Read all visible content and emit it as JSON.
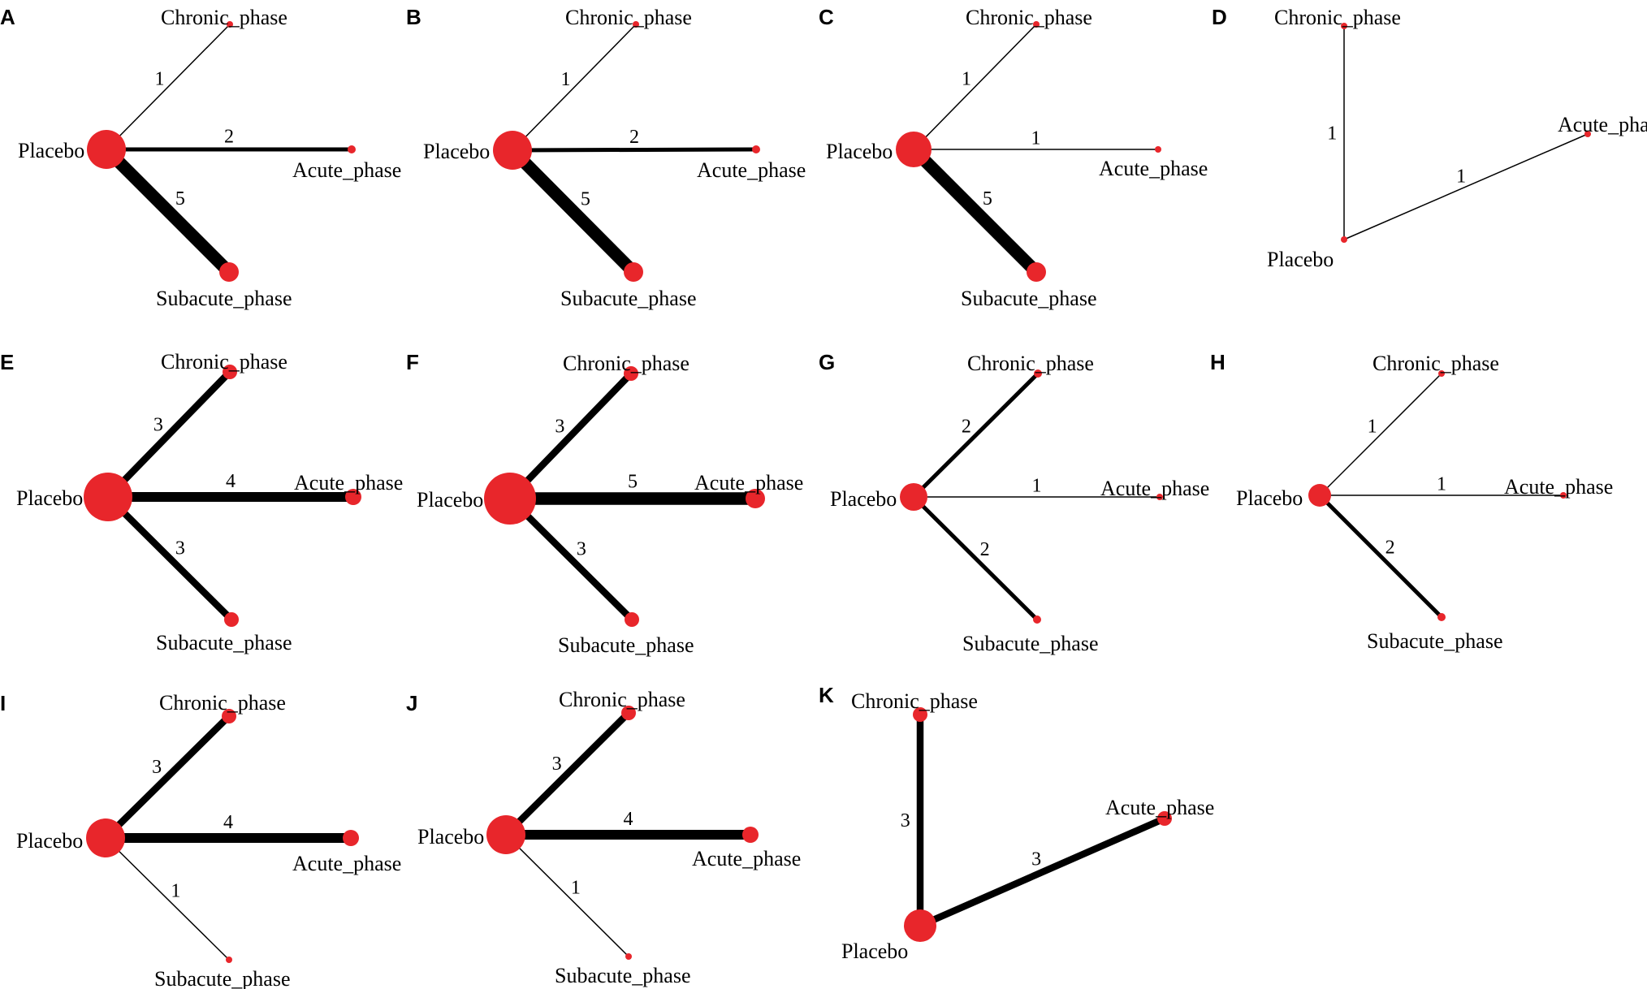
{
  "colors": {
    "node": "#e8262b",
    "edge": "#000000",
    "background": "#ffffff"
  },
  "panels": [
    {
      "letter": "A",
      "nodes": {
        "placebo": "Placebo",
        "chronic": "Chronic_phase",
        "acute": "Acute_phase",
        "subacute": "Subacute_phase"
      },
      "edges": {
        "chronic": 1,
        "acute": 2,
        "subacute": 5
      }
    },
    {
      "letter": "B",
      "nodes": {
        "placebo": "Placebo",
        "chronic": "Chronic_phase",
        "acute": "Acute_phase",
        "subacute": "Subacute_phase"
      },
      "edges": {
        "chronic": 1,
        "acute": 2,
        "subacute": 5
      }
    },
    {
      "letter": "C",
      "nodes": {
        "placebo": "Placebo",
        "chronic": "Chronic_phase",
        "acute": "Acute_phase",
        "subacute": "Subacute_phase"
      },
      "edges": {
        "chronic": 1,
        "acute": 1,
        "subacute": 5
      }
    },
    {
      "letter": "D",
      "nodes": {
        "placebo": "Placebo",
        "chronic": "Chronic_phase",
        "acute": "Acute_phase"
      },
      "edges": {
        "chronic": 1,
        "acute": 1
      }
    },
    {
      "letter": "E",
      "nodes": {
        "placebo": "Placebo",
        "chronic": "Chronic_phase",
        "acute": "Acute_phase",
        "subacute": "Subacute_phase"
      },
      "edges": {
        "chronic": 3,
        "acute": 4,
        "subacute": 3
      }
    },
    {
      "letter": "F",
      "nodes": {
        "placebo": "Placebo",
        "chronic": "Chronic_phase",
        "acute": "Acute_phase",
        "subacute": "Subacute_phase"
      },
      "edges": {
        "chronic": 3,
        "acute": 5,
        "subacute": 3
      }
    },
    {
      "letter": "G",
      "nodes": {
        "placebo": "Placebo",
        "chronic": "Chronic_phase",
        "acute": "Acute_phase",
        "subacute": "Subacute_phase"
      },
      "edges": {
        "chronic": 2,
        "acute": 1,
        "subacute": 2
      }
    },
    {
      "letter": "H",
      "nodes": {
        "placebo": "Placebo",
        "chronic": "Chronic_phase",
        "acute": "Acute_phase",
        "subacute": "Subacute_phase"
      },
      "edges": {
        "chronic": 1,
        "acute": 1,
        "subacute": 2
      }
    },
    {
      "letter": "I",
      "nodes": {
        "placebo": "Placebo",
        "chronic": "Chronic_phase",
        "acute": "Acute_phase",
        "subacute": "Subacute_phase"
      },
      "edges": {
        "chronic": 3,
        "acute": 4,
        "subacute": 1
      }
    },
    {
      "letter": "J",
      "nodes": {
        "placebo": "Placebo",
        "chronic": "Chronic_phase",
        "acute": "Acute_phase",
        "subacute": "Subacute_phase"
      },
      "edges": {
        "chronic": 3,
        "acute": 4,
        "subacute": 1
      }
    },
    {
      "letter": "K",
      "nodes": {
        "placebo": "Placebo",
        "chronic": "Chronic_phase",
        "acute": "Acute_phase"
      },
      "edges": {
        "chronic": 3,
        "acute": 3
      }
    }
  ]
}
